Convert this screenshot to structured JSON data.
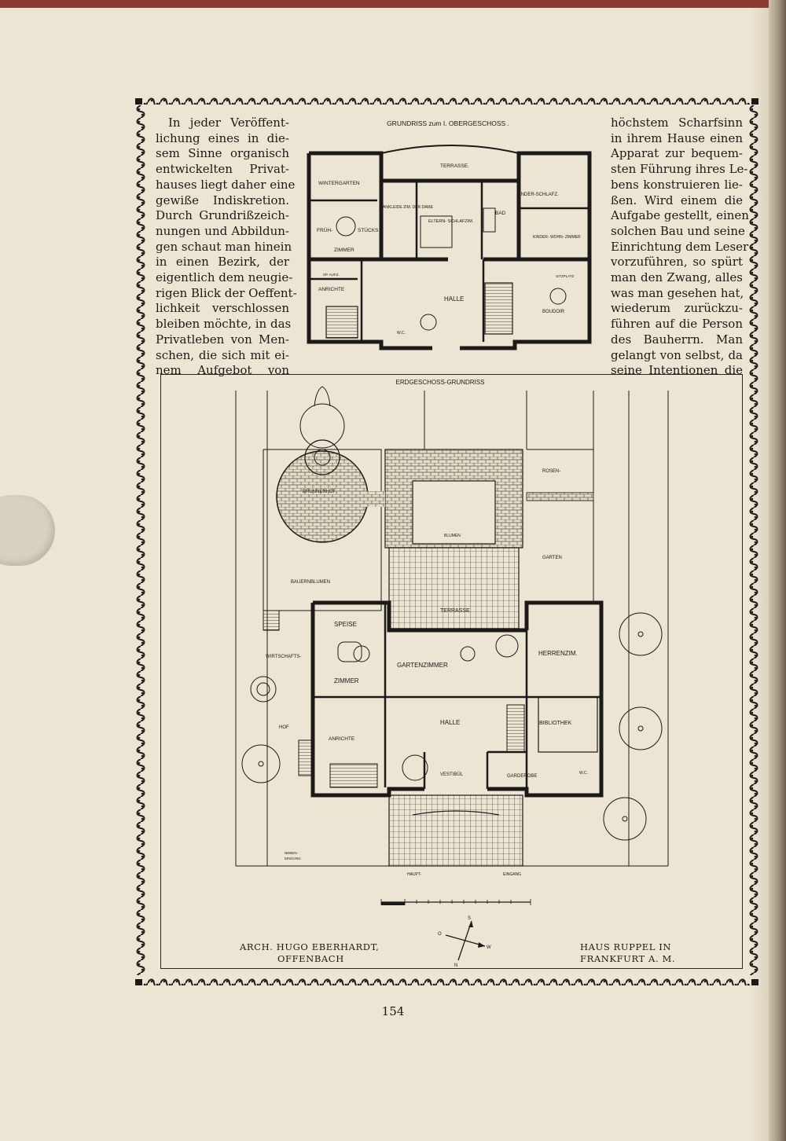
{
  "text_left": [
    "In jeder Veröffent-",
    "lichung eines in die-",
    "sem Sinne organisch",
    "entwickelten Privat-",
    "hauses liegt daher eine",
    "gewiße Indiskretion.",
    "Durch Grundrißzeich-",
    "nungen und Abbildun-",
    "gen schaut man hinein",
    "in einen Bezirk, der",
    "eigentlich dem neugie-",
    "rigen Blick der Oeffent-",
    "lichkeit verschlossen",
    "bleiben möchte, in das",
    "Privatleben von Men-",
    "schen, die sich mit ei-",
    "nem Aufgebot von"
  ],
  "text_right": [
    "höchstem Scharfsinn",
    "in ihrem Hause einen",
    "Apparat zur bequem-",
    "sten Führung ihres Le-",
    "bens konstruieren lie-",
    "ßen. Wird einem die",
    "Aufgabe gestellt, einen",
    "solchen Bau und seine",
    "Einrichtung dem Leser",
    "vorzuführen, so spürt",
    "man den Zwang, alles",
    "was man gesehen hat,",
    "wiederum zurückzu-",
    "führen auf die Person",
    "des Bauherrn. Man",
    "gelangt von selbst, da",
    "seine Intentionen die"
  ],
  "upper_plan": {
    "title": "GRUNDRISS zum I. OBERGESCHOSS .",
    "rooms": {
      "terrasse": "TERRASSE.",
      "wintergarten": "WINTERGARTEN",
      "fruehstuecks_a": "FRÜH-",
      "fruehstuecks_b": "STÜCKS",
      "zimmer": "ZIMMER",
      "anrichte": "ANRICHTE",
      "ankleide": "ANKLEIDE ZIM. DER DAME",
      "eltern": "ELTERN- SCHLAFZIM.",
      "bad": "BAD",
      "kinder_schlafz": "KINDER-SCHLAFZ.",
      "kinder_wohn": "KINDER- WOHN- ZIMMER",
      "halle": "HALLE",
      "boudoir": "BOUDOIR",
      "sitzplatz": "SITZPLATZ",
      "wc": "W.C.",
      "sp_aufz": "SP. AUFZ."
    }
  },
  "ground_plan": {
    "title": "ERDGESCHOSS-GRUNDRISS",
    "rooms": {
      "brunnenhof": "BRUNNENHOF",
      "rosen": "ROSEN-",
      "garten": "GARTEN",
      "blumen": "BLUMEN",
      "bauernblumen": "BAUERNBLUMEN",
      "terrasse": "TERRASSE",
      "speise": "SPEISE",
      "zimmer": "ZIMMER",
      "gartenzimmer": "GARTENZIMMER",
      "herrenzim": "HERRENZIM.",
      "wirtschafts": "WIRTSCHAFTS-",
      "hof": "HOF",
      "halle": "HALLE",
      "bibliothek": "BIBLIOTHEK",
      "anrichte": "ANRICHTE",
      "vestibuel": "VESTIBÜL",
      "garderobe": "GARDEROBE",
      "wc": "W.C.",
      "neben_eingang_a": "NEBEN-",
      "neben_eingang_b": "EINGANG",
      "haupt": "HAUPT-",
      "eingang": "EINGANG"
    }
  },
  "caption_left": [
    "ARCH. HUGO EBERHARDT,",
    "OFFENBACH"
  ],
  "caption_right": [
    "HAUS RUPPEL IN",
    "FRANKFURT A. M."
  ],
  "compass": {
    "s": "S",
    "o": "O",
    "w": "W",
    "n": "N"
  },
  "page_number": "154"
}
